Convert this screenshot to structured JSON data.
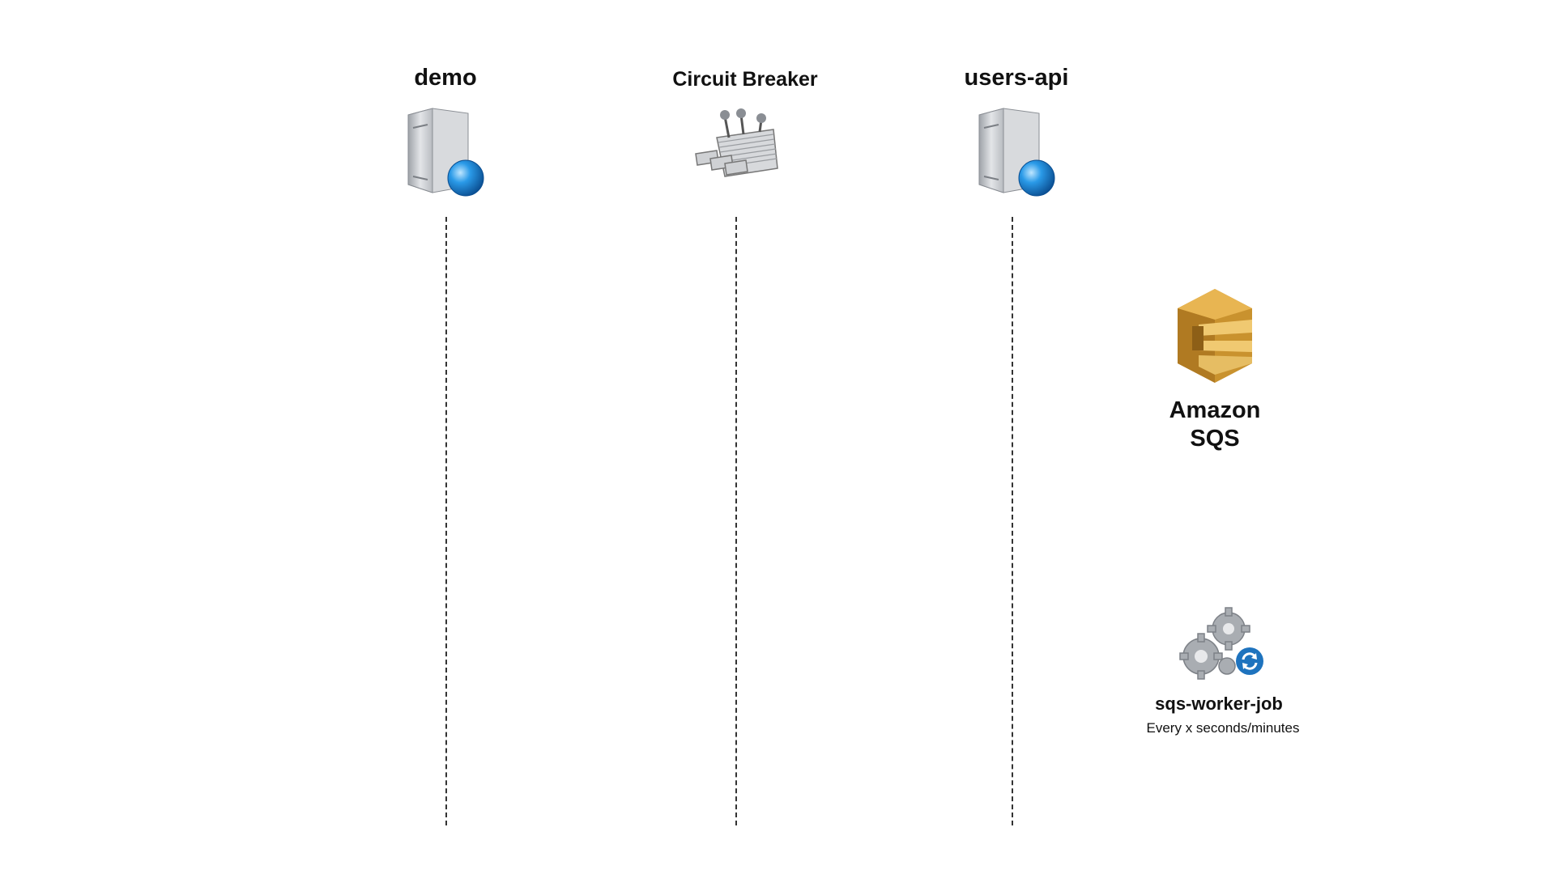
{
  "participants": {
    "demo": {
      "label": "demo",
      "icon": "web-server-icon"
    },
    "circuit_breaker": {
      "label": "Circuit Breaker",
      "icon": "circuit-breaker-switch-icon"
    },
    "users_api": {
      "label": "users-api",
      "icon": "web-server-icon"
    }
  },
  "queue": {
    "label_line1": "Amazon",
    "label_line2": "SQS",
    "icon": "amazon-sqs-icon",
    "color": "#D9A741"
  },
  "worker": {
    "label": "sqs-worker-job",
    "subtitle": "Every x seconds/minutes",
    "icon": "scheduled-gears-icon",
    "accent": "#1E73BE"
  },
  "colors": {
    "lifeline": "#333333",
    "server_body": "#C8CACD",
    "globe": "#1B87D6"
  }
}
